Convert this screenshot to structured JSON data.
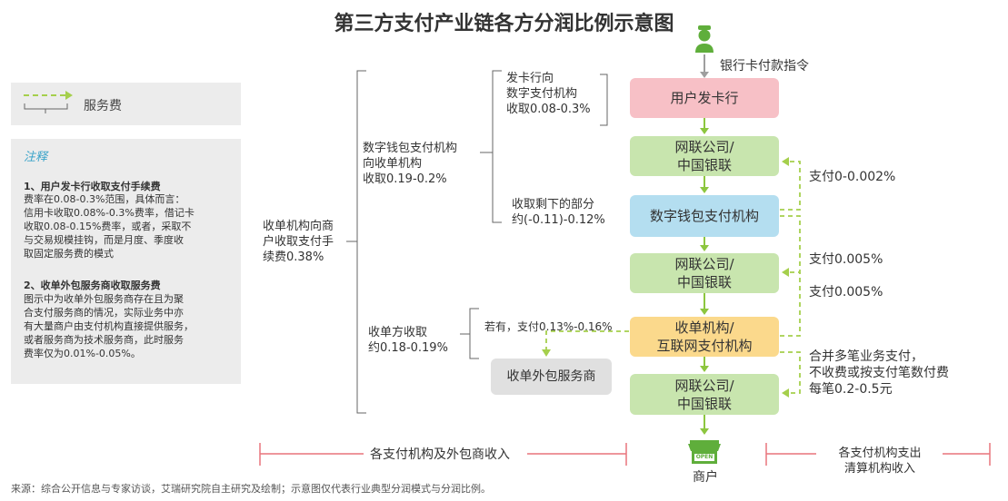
{
  "title": "第三方支付产业链各方分润比例示意图",
  "legend": {
    "label": "服务费"
  },
  "notes": {
    "heading": "注释",
    "item1_title": "1、用户发卡行收取支付手续费",
    "item1_body": "费率在0.08-0.3%范围，具体而言：\n信用卡收取0.08%-0.3%费率，借记卡\n收取0.08-0.15%费率，或者，采取不\n与交易规模挂钩，而是月度、季度收\n取固定服务费的模式",
    "item2_title": "2、收单外包服务商收取服务费",
    "item2_body": "图示中为收单外包服务商存在且为聚\n合支付服务商的情况，实际业务中亦\n有大量商户由支付机构直接提供服务，\n或者服务商为技术服务商，此时服务\n费率仅为0.01%-0.05%。"
  },
  "nodes": {
    "user_instruction": "银行卡付款指令",
    "issuer": "用户发卡行",
    "unionpay_1": "网联公司/\n中国银联",
    "wallet": "数字钱包支付机构",
    "unionpay_2": "网联公司/\n中国银联",
    "acquirer": "收单机构/\n互联网支付机构",
    "unionpay_3": "网联公司/\n中国银联",
    "outsourcer": "收单外包服务商",
    "merchant": "商户",
    "shop_sign": "OPEN"
  },
  "labels": {
    "issuer_fee": "发卡行向\n数字支付机构\n收取0.08-0.3%",
    "wallet_fee": "数字钱包支付机构\n向收单机构\n收取0.19-0.2%",
    "remaining": "收取剩下的部分\n约(-0.11)-0.12%",
    "acquirer_total": "收单机构向商\n户收取支付手\n续费0.38%",
    "acquirer_share": "收单方收取\n约0.18-0.19%",
    "outsource_fee": "若有，支付0.13%-0.16%",
    "pay1": "支付0-0.002%",
    "pay2": "支付0.005%",
    "pay3": "支付0.005%",
    "pay4": "合并多笔业务支付，\n不收费或按支付笔数付费\n每笔0.2-0.5元",
    "bottom_left": "各支付机构及外包商收入",
    "bottom_right": "各支付机构支出\n清算机构收入"
  },
  "colors": {
    "arrow_gray": "#9e9e9e",
    "arrow_green": "#8dc63f",
    "dashed_green": "#a5cf4c",
    "bracket_gray": "#666666",
    "range_red": "#e8747c",
    "icon_green": "#5fae3b"
  },
  "source": "来源：综合公开信息与专家访谈，艾瑞研究院自主研究及绘制；示意图仅代表行业典型分润模式与分润比例。"
}
